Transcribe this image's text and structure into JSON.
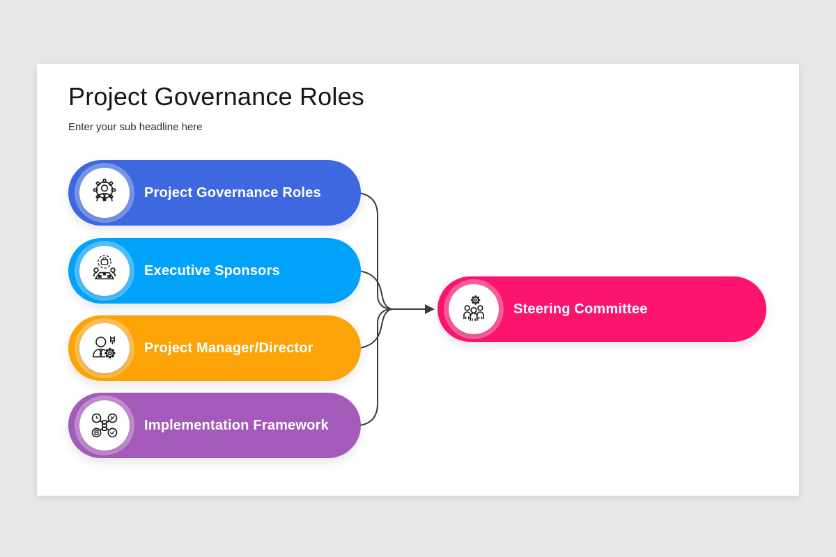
{
  "page": {
    "background": "#e7e7e7"
  },
  "slide": {
    "background": "#ffffff"
  },
  "header": {
    "title": "Project Governance Roles",
    "subtitle": "Enter your sub headline here"
  },
  "diagram": {
    "left_items": [
      {
        "label": "Project Governance Roles",
        "color": "#3d68e0",
        "icon": "gear-person-icon"
      },
      {
        "label": "Executive Sponsors",
        "color": "#00a2fa",
        "icon": "meeting-table-icon"
      },
      {
        "label": "Project Manager/Director",
        "color": "#fba307",
        "icon": "manager-tools-icon"
      },
      {
        "label": "Implementation Framework",
        "color": "#a35ab8",
        "icon": "framework-network-icon"
      }
    ],
    "result_item": {
      "label": "Steering Committee",
      "color": "#fa146e",
      "icon": "committee-team-icon"
    },
    "connector_color": "#3d3d3d"
  }
}
